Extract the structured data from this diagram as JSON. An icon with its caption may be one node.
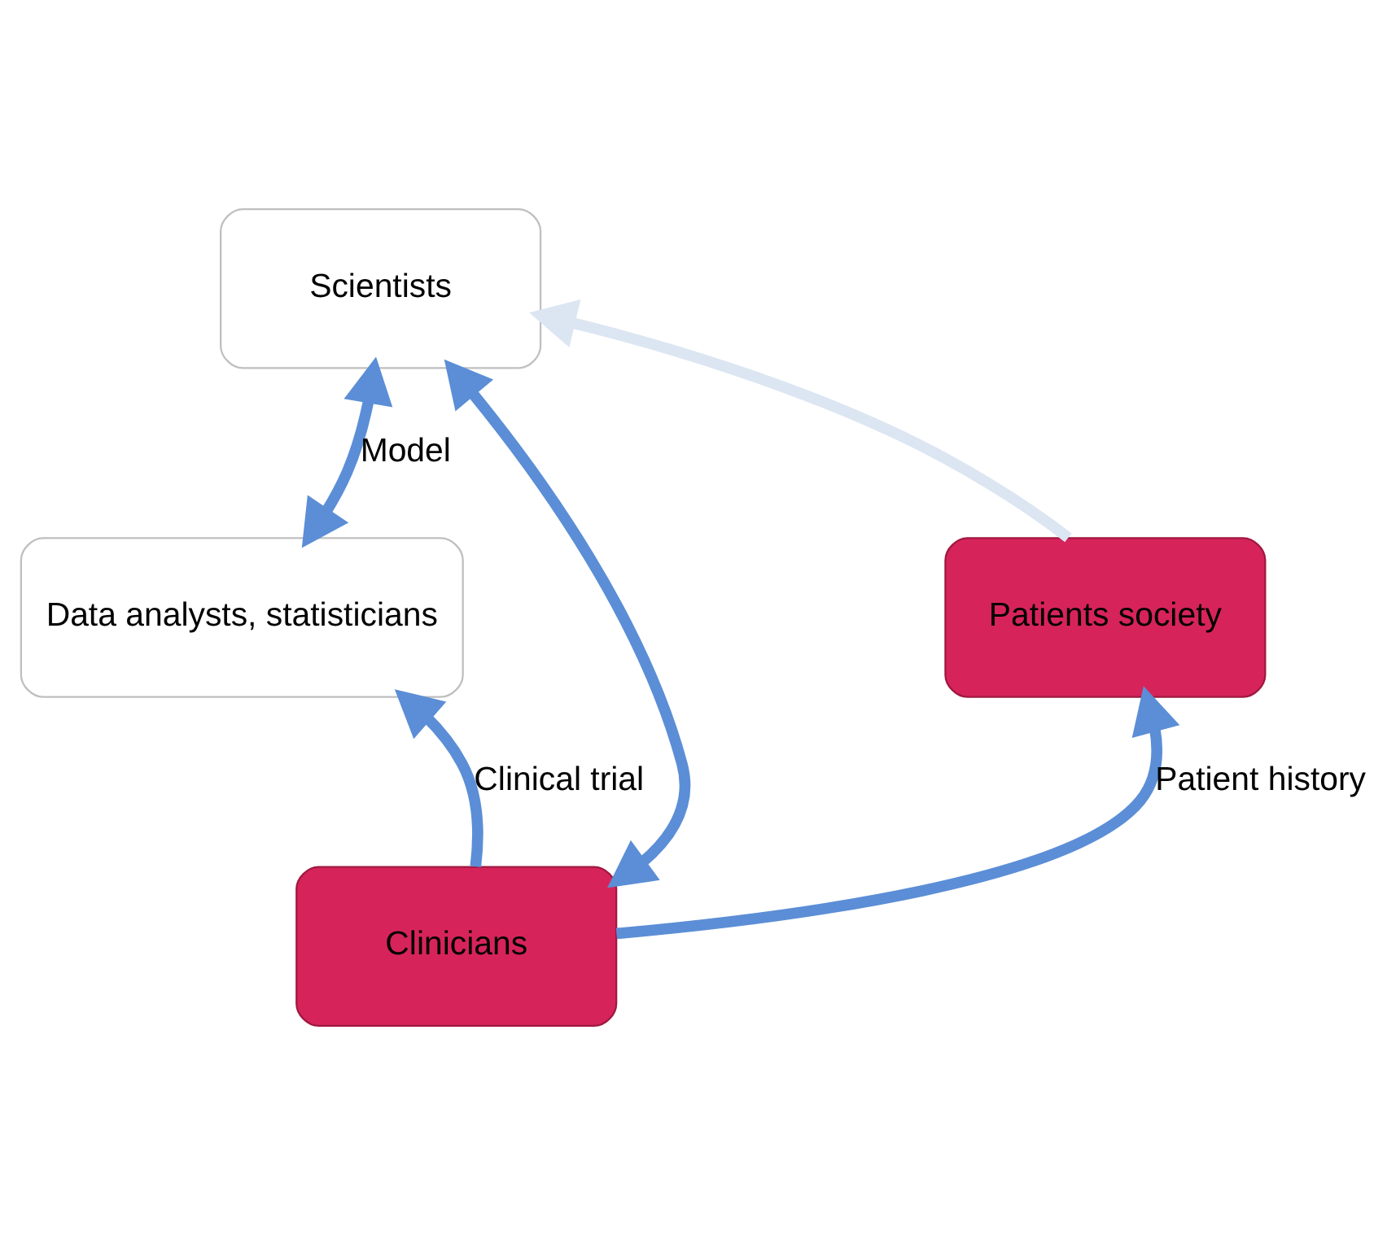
{
  "diagram": {
    "nodes": [
      {
        "text": [
          "Scientists"
        ]
      },
      {
        "text": [
          "Data analysts, statisticians"
        ]
      },
      {
        "text": [
          "Clinicians"
        ]
      },
      {
        "text": [
          "Patients society"
        ]
      }
    ],
    "edges": [
      {
        "from": 3,
        "to": 0,
        "arrow": "to",
        "color": "#dce6f2"
      },
      {
        "from": 0,
        "to": 1,
        "arrow": "both",
        "label": "Model"
      },
      {
        "from": 2,
        "to": 1,
        "arrow": "to",
        "label": "Clinical trial"
      },
      {
        "from": 2,
        "to": 3,
        "arrow": "to",
        "label": "Patient history"
      },
      {
        "from": 0,
        "to": 2,
        "arrow": "both"
      }
    ]
  }
}
